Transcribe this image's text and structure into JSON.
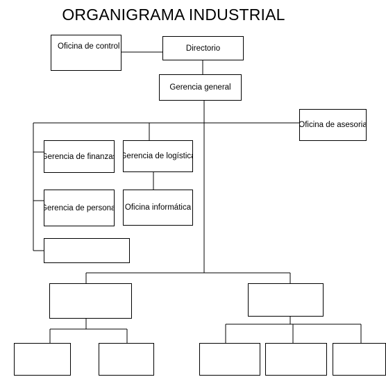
{
  "title": "ORGANIGRAMA INDUSTRIAL",
  "nodes": {
    "control": "Oficina de control",
    "directorio": "Directorio",
    "gerencia_general": "Gerencia general",
    "asesoria": "Oficina de asesoria",
    "finanzas": "Gerencia de finanzas",
    "logistica": "Gerencia de logística",
    "personal": "Gerencia de personal",
    "informatica": "Oficina informática",
    "empty_left": "",
    "empty_mid_left": "",
    "empty_mid_right": "",
    "empty_bl1": "",
    "empty_bl2": "",
    "empty_br1": "",
    "empty_br2": "",
    "empty_br3": ""
  },
  "colors": {
    "line": "#000000",
    "box_border": "#000000",
    "background": "#ffffff"
  }
}
